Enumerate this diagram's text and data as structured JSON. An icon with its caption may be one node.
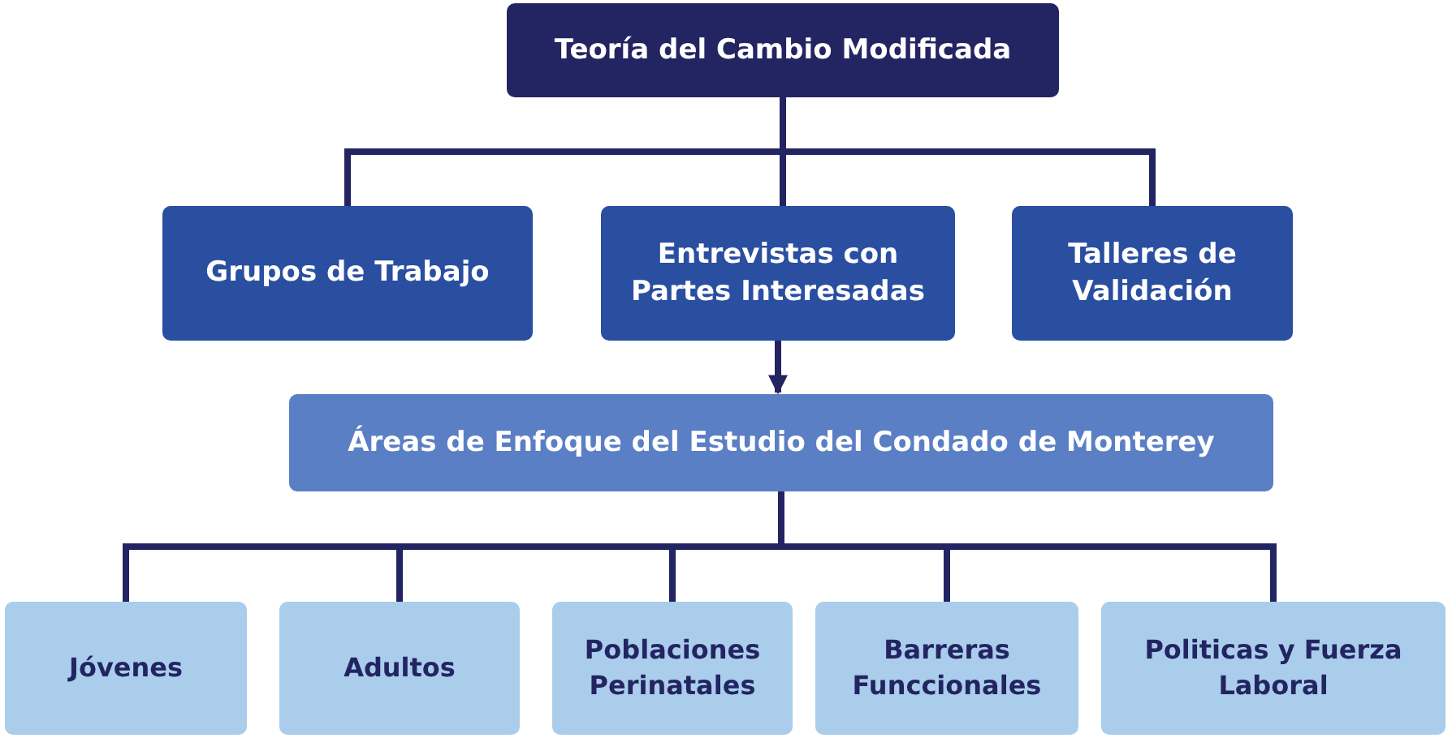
{
  "diagram": {
    "nodes": [
      {
        "text": [
          "Teoría del Cambio Modificada"
        ]
      },
      {
        "text": [
          "Grupos de Trabajo"
        ]
      },
      {
        "text": [
          "Entrevistas con Partes Interesadas"
        ]
      },
      {
        "text": [
          "Talleres de Validación"
        ]
      },
      {
        "text": [
          "Áreas de Enfoque del Estudio del Condado de Monterey"
        ]
      },
      {
        "text": [
          "Jóvenes"
        ]
      },
      {
        "text": [
          "Adultos"
        ]
      },
      {
        "text": [
          "Poblaciones Perinatales"
        ]
      },
      {
        "text": [
          "Barreras Funccionales"
        ]
      },
      {
        "text": [
          "Politicas y Fuerza Laboral"
        ]
      }
    ],
    "edges": [
      {
        "from": 0,
        "to": 1,
        "arrow": "none"
      },
      {
        "from": 0,
        "to": 2,
        "arrow": "none"
      },
      {
        "from": 0,
        "to": 3,
        "arrow": "none"
      },
      {
        "from": 2,
        "to": 4,
        "arrow": "to"
      },
      {
        "from": 4,
        "to": 5,
        "arrow": "none"
      },
      {
        "from": 4,
        "to": 6,
        "arrow": "none"
      },
      {
        "from": 4,
        "to": 7,
        "arrow": "none"
      },
      {
        "from": 4,
        "to": 8,
        "arrow": "none"
      },
      {
        "from": 4,
        "to": 9,
        "arrow": "none"
      }
    ]
  }
}
